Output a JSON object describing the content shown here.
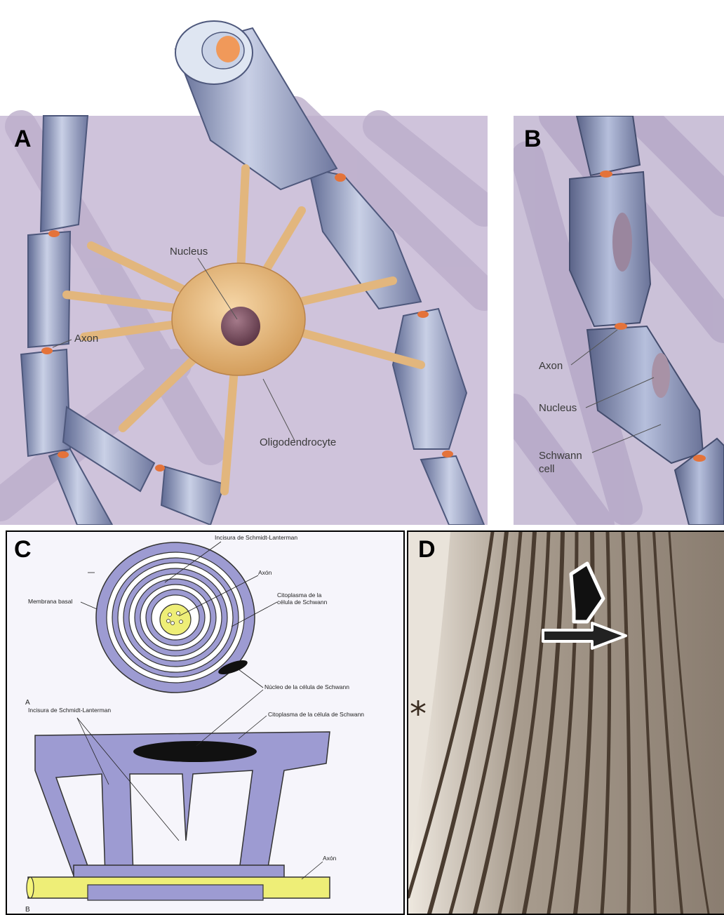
{
  "panels": {
    "a": {
      "letter": "A",
      "labels": {
        "nucleus": "Nucleus",
        "axon": "Axon",
        "oligodendrocyte": "Oligodendrocyte"
      },
      "colors": {
        "background": "#cfc3db",
        "myelin": "#9fa8c6",
        "cell_body": "#e1b57c",
        "nucleus": "#7a5060",
        "node": "#e4733a"
      }
    },
    "b": {
      "letter": "B",
      "labels": {
        "axon": "Axon",
        "nucleus": "Nucleus",
        "schwann_line1": "Schwann",
        "schwann_line2": "cell"
      },
      "colors": {
        "background": "#cbc1d8",
        "sheath": "#8d97b8",
        "node": "#e4733a"
      }
    },
    "c": {
      "letter": "C",
      "labels": {
        "incisura_top": "Incisura de Schmidt-Lanterman",
        "axon_top": "Axón",
        "membrana": "Membrana basal",
        "cyto_top_1": "Citoplasma de la",
        "cyto_top_2": "célula de Schwann",
        "nucleo": "Núcleo de la célula de Schwann",
        "sub_a": "A",
        "incisura_mid": "Incisura de Schmidt-Lanterman",
        "cyto_mid": "Citoplasma de la célula de Schwann",
        "axon_bottom": "Axón",
        "sub_b": "B"
      },
      "colors": {
        "cytoplasm": "#9d9bd2",
        "axon": "#eeee77",
        "nucleus": "#111111"
      }
    },
    "d": {
      "letter": "D",
      "asterisk": "*",
      "colors": {
        "background": "#d8cfc4",
        "lamellae": "#4a3c30"
      }
    }
  }
}
